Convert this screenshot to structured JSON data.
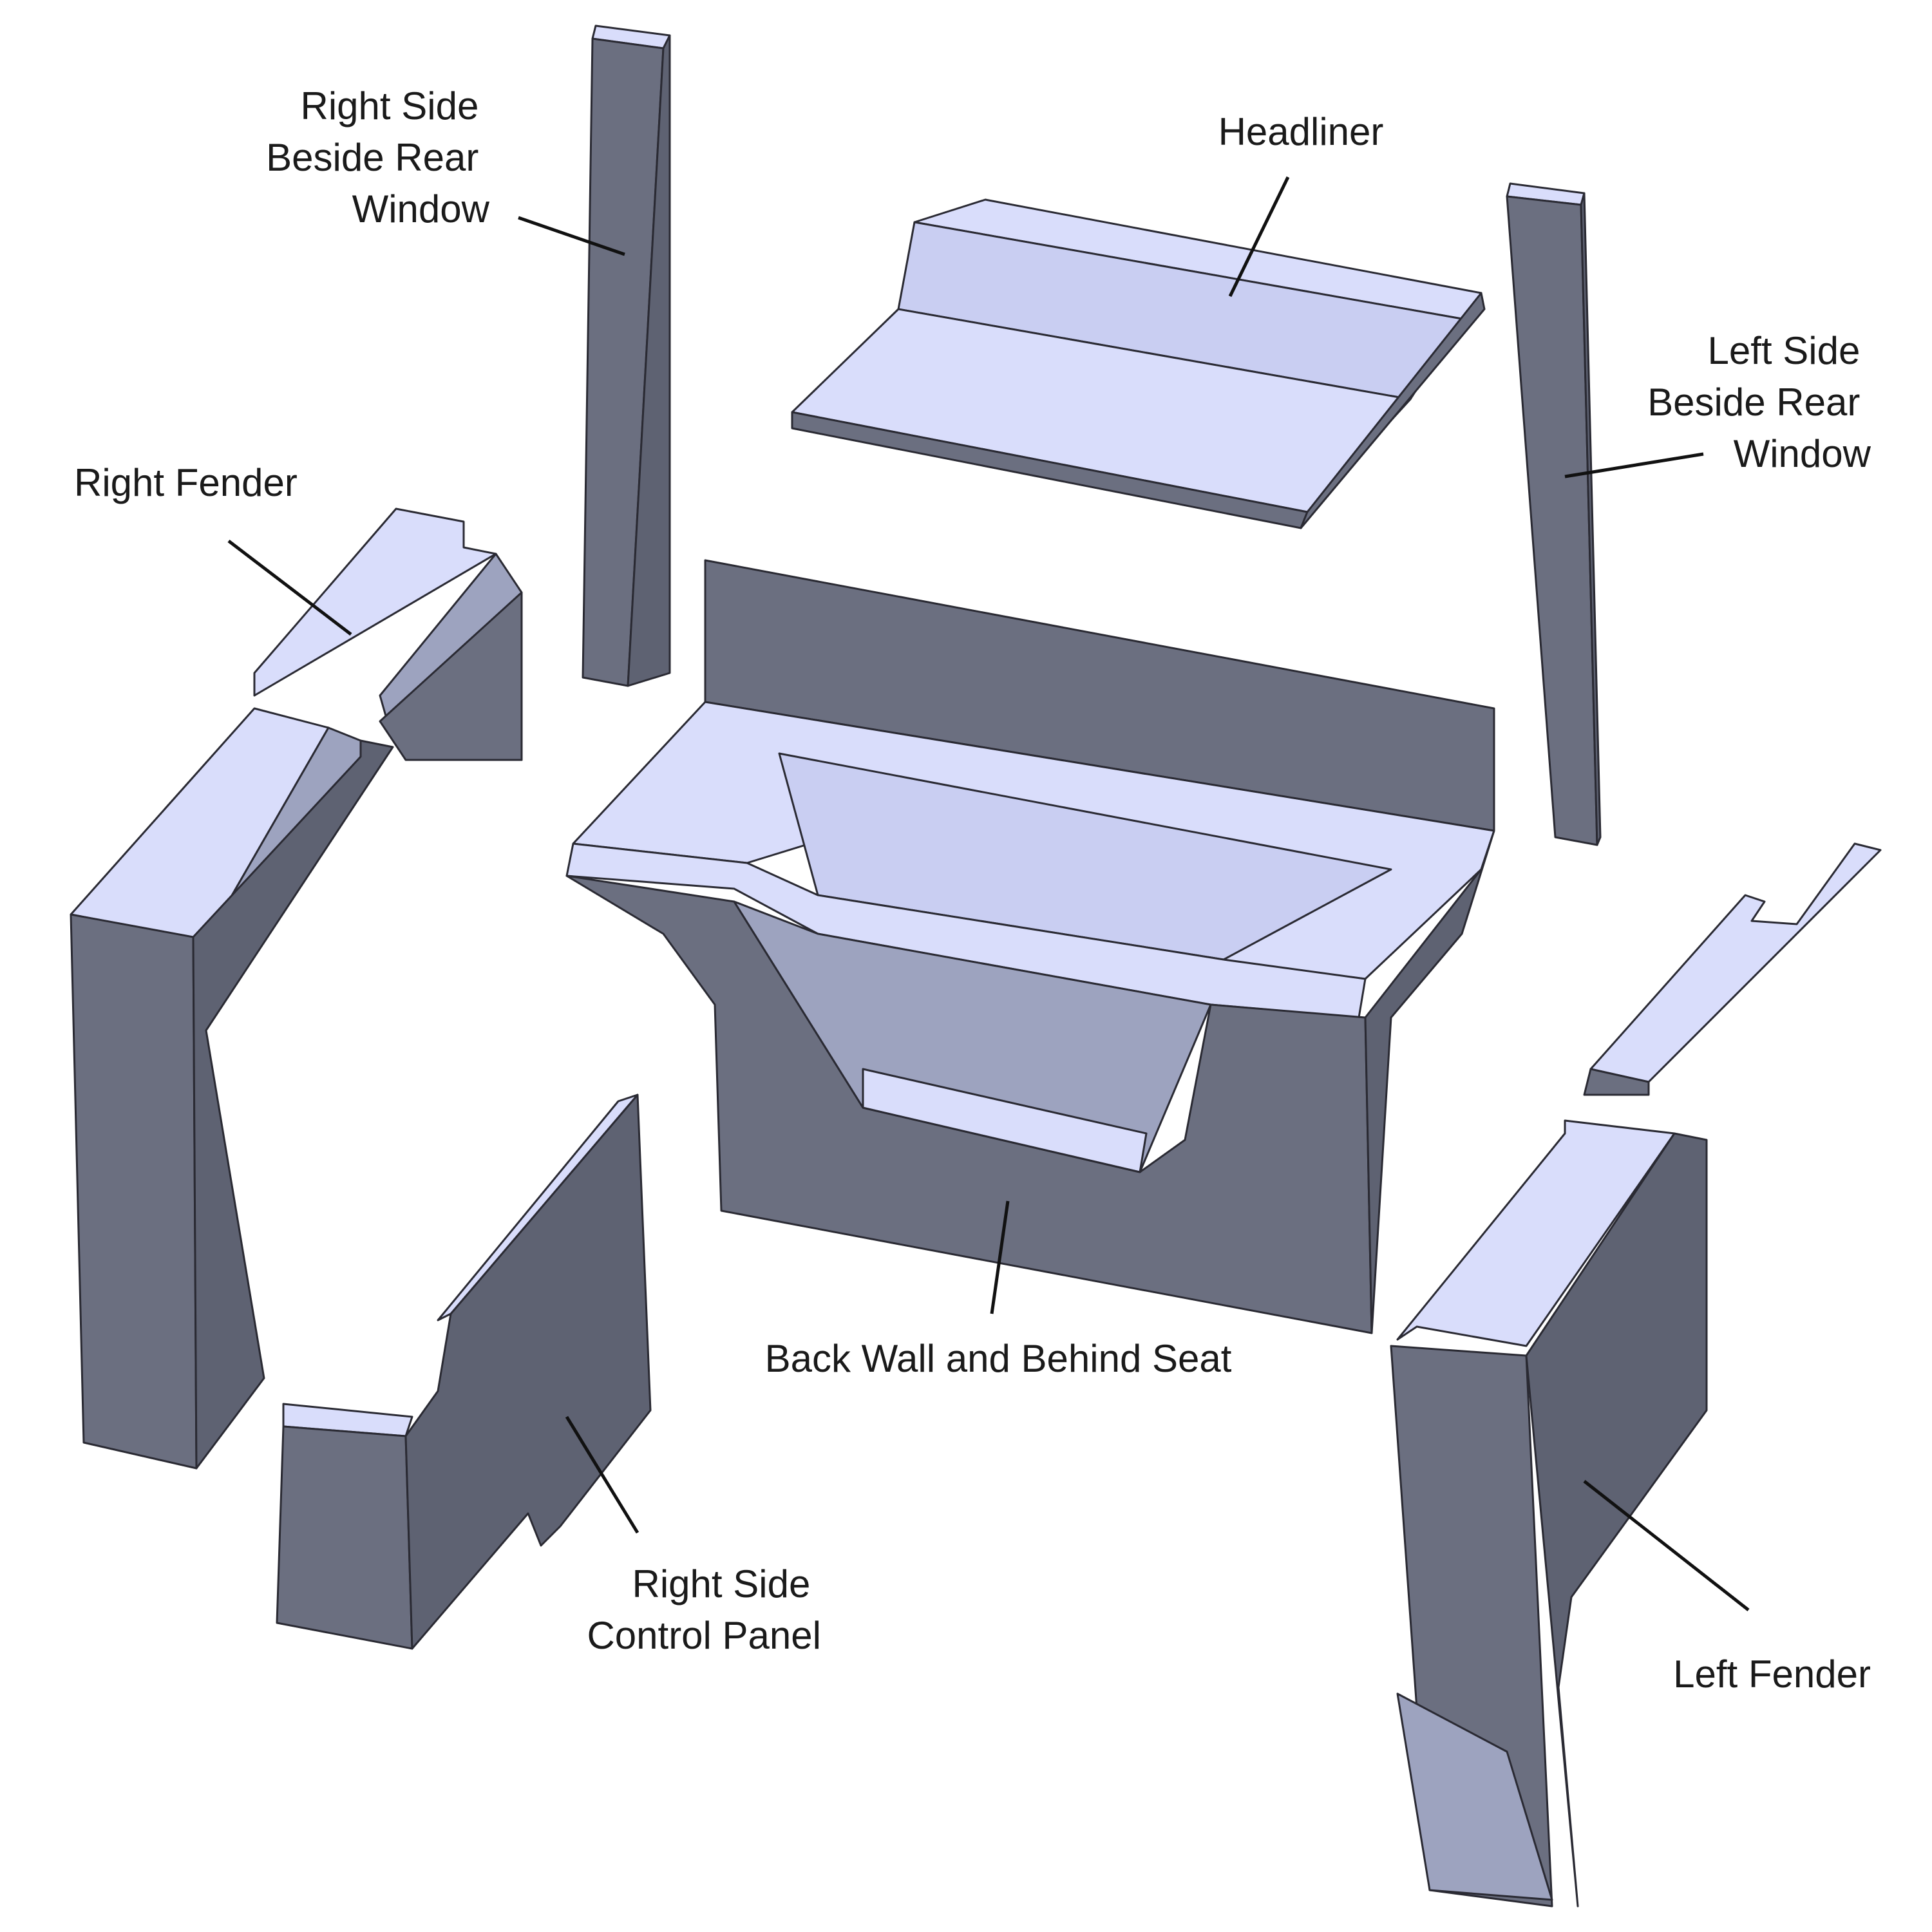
{
  "diagram": {
    "parts": [
      {
        "id": "right-side-beside-rear-window",
        "label_lines": [
          "Right Side",
          "Beside Rear",
          "Window"
        ]
      },
      {
        "id": "headliner",
        "label_lines": [
          "Headliner"
        ]
      },
      {
        "id": "left-side-beside-rear-window",
        "label_lines": [
          "Left Side",
          "Beside Rear",
          "Window"
        ]
      },
      {
        "id": "right-fender",
        "label_lines": [
          "Right Fender"
        ]
      },
      {
        "id": "back-wall-and-behind-seat",
        "label_lines": [
          "Back Wall and Behind Seat"
        ]
      },
      {
        "id": "right-side-control-panel",
        "label_lines": [
          "Right Side",
          "Control Panel"
        ]
      },
      {
        "id": "left-fender",
        "label_lines": [
          "Left Fender"
        ]
      }
    ],
    "colors": {
      "top_face": "#d9ddfb",
      "side_face": "#6b6f80",
      "edge": "#2a2a33"
    }
  }
}
